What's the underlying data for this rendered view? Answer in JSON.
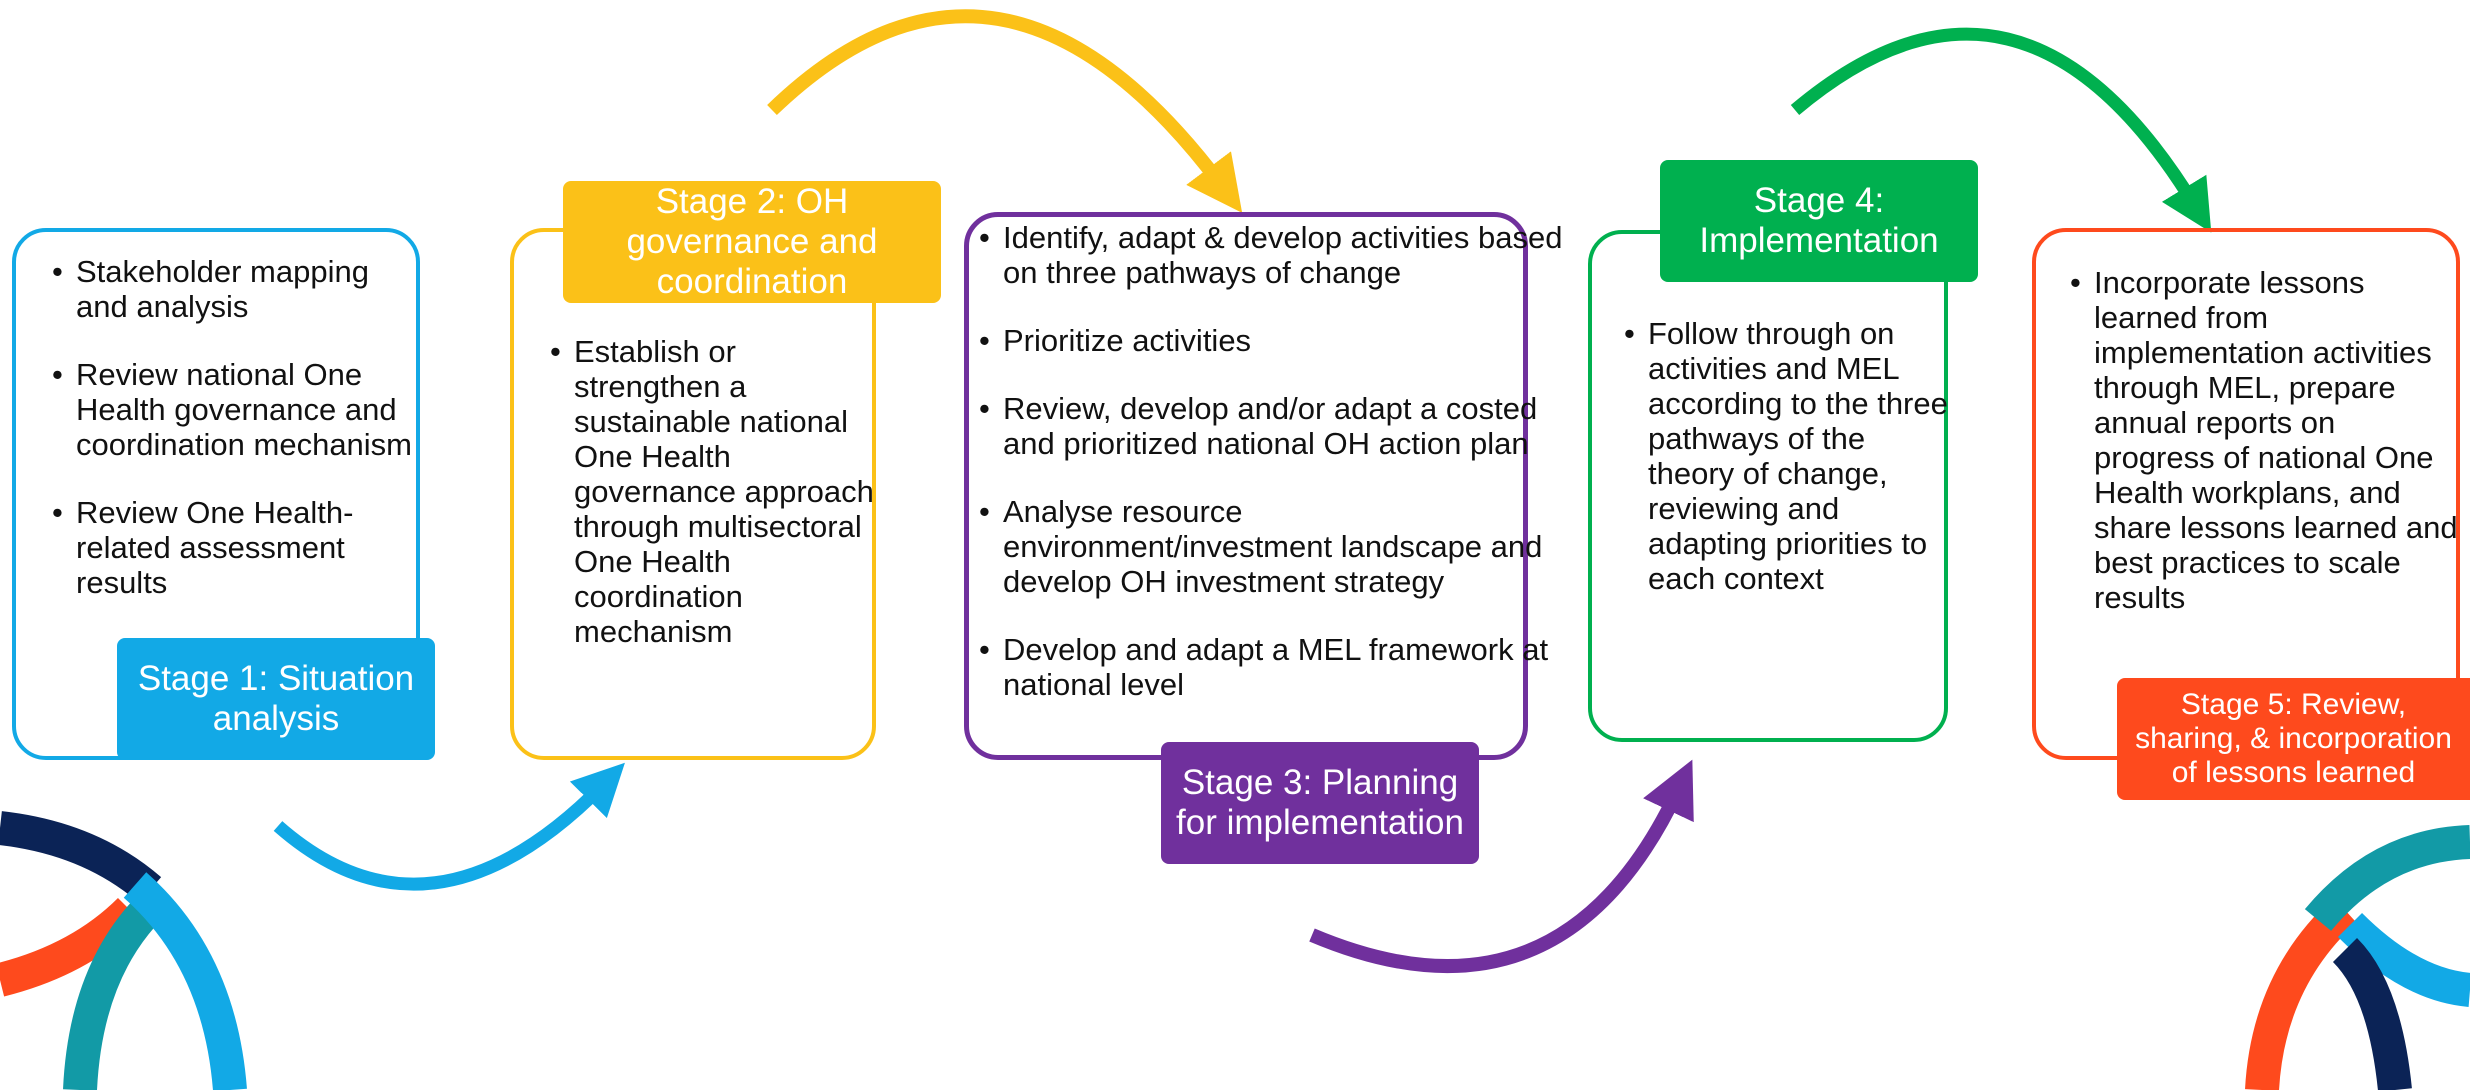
{
  "colors": {
    "stage1": "#12a9e6",
    "stage2": "#fbc118",
    "stage3": "#70309d",
    "stage4": "#00b04f",
    "stage5": "#fe4a1d",
    "deco_navy": "#0b2356",
    "deco_teal": "#129aa6"
  },
  "stages": [
    {
      "label": "Stage 1: Situation analysis",
      "items": [
        "Stakeholder mapping and analysis",
        "Review national One Health governance and coordination mechanism",
        "Review One Health-related assessment results"
      ]
    },
    {
      "label": "Stage 2: OH governance and coordination",
      "items": [
        "Establish or strengthen a sustainable national One Health governance approach through multisectoral One Health coordination mechanism"
      ]
    },
    {
      "label": "Stage 3: Planning for implementation",
      "items": [
        "Identify, adapt & develop activities based on three pathways of change",
        "Prioritize activities",
        "Review, develop and/or adapt a costed and prioritized national OH action plan",
        "Analyse resource environment/investment landscape and develop OH investment strategy",
        "Develop and adapt a MEL framework at national level"
      ]
    },
    {
      "label": "Stage 4: Implementation",
      "items": [
        "Follow through on activities and MEL according to the three pathways of the theory of change, reviewing and adapting priorities to each context"
      ]
    },
    {
      "label": "Stage 5: Review, sharing, & incorporation of lessons learned",
      "items": [
        "Incorporate lessons learned from implementation activities through MEL, prepare annual reports on progress of national One Health workplans, and share lessons learned and best practices to scale results"
      ]
    }
  ]
}
